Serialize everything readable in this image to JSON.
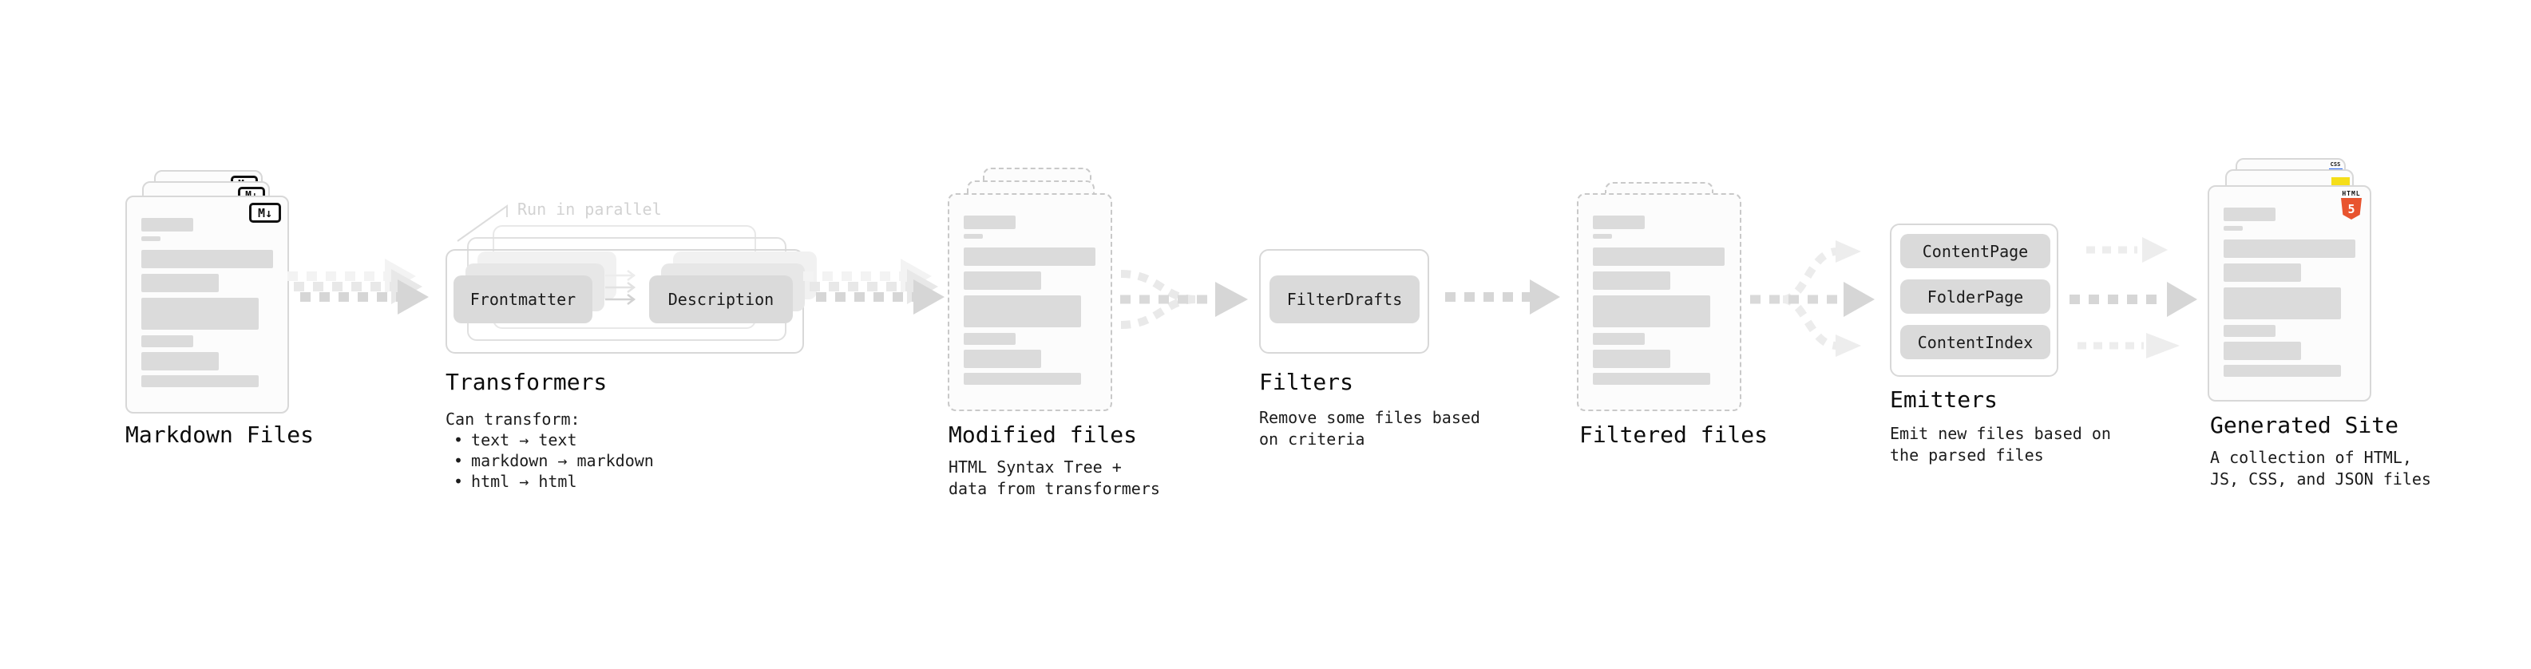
{
  "markdown_files": {
    "label": "Markdown Files",
    "badge": "M↓"
  },
  "transformers": {
    "label": "Transformers",
    "annotation": "Run in parallel",
    "frontmatter": "Frontmatter",
    "description_btn": "Description",
    "caption": "Can transform:",
    "bullet": "•",
    "bullets": [
      "text → text",
      "markdown → markdown",
      "html → html"
    ]
  },
  "modified_files": {
    "label": "Modified files",
    "desc": [
      "HTML Syntax Tree +",
      "data from transformers"
    ]
  },
  "filters": {
    "label": "Filters",
    "filter_drafts": "FilterDrafts",
    "desc": [
      "Remove some files based",
      "on criteria"
    ]
  },
  "filtered_files": {
    "label": "Filtered files"
  },
  "emitters": {
    "label": "Emitters",
    "buttons": [
      "ContentPage",
      "FolderPage",
      "ContentIndex"
    ],
    "desc": [
      "Emit new files based on",
      "the parsed files"
    ]
  },
  "generated_site": {
    "label": "Generated Site",
    "desc": [
      "A collection of HTML,",
      "JS, CSS, and JSON files"
    ],
    "css_badge": "CSS",
    "html_badge": "HTML",
    "html_number": "5"
  },
  "colors": {
    "html_orange": "#e8542f",
    "js_yellow": "#f5de19",
    "css_blue": "#2965f1",
    "skeleton_gray": "#dbdbdb",
    "arrow_gray": "#d6d6d6"
  }
}
